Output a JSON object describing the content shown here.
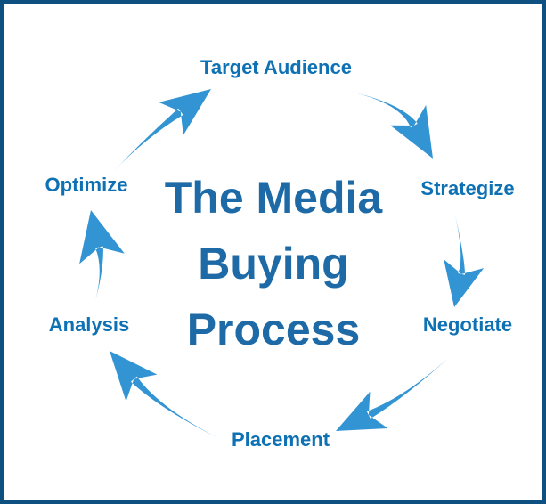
{
  "diagram": {
    "title": "The Media Buying Process",
    "title_lines": [
      "The Media",
      "Buying",
      "Process"
    ],
    "steps": [
      {
        "label": "Target Audience",
        "position": "top"
      },
      {
        "label": "Strategize",
        "position": "right-upper"
      },
      {
        "label": "Negotiate",
        "position": "right-lower"
      },
      {
        "label": "Placement",
        "position": "bottom"
      },
      {
        "label": "Analysis",
        "position": "left-lower"
      },
      {
        "label": "Optimize",
        "position": "left-upper"
      }
    ],
    "flow": [
      {
        "from": "Optimize",
        "to": "Target Audience"
      },
      {
        "from": "Target Audience",
        "to": "Strategize"
      },
      {
        "from": "Strategize",
        "to": "Negotiate"
      },
      {
        "from": "Negotiate",
        "to": "Placement"
      },
      {
        "from": "Placement",
        "to": "Analysis"
      },
      {
        "from": "Analysis",
        "to": "Optimize"
      }
    ],
    "colors": {
      "background": "#ffffff",
      "border": "#0e5080",
      "title_text": "#1d6aa6",
      "label_text": "#0e71b4",
      "arrow": "#3294d3"
    }
  }
}
